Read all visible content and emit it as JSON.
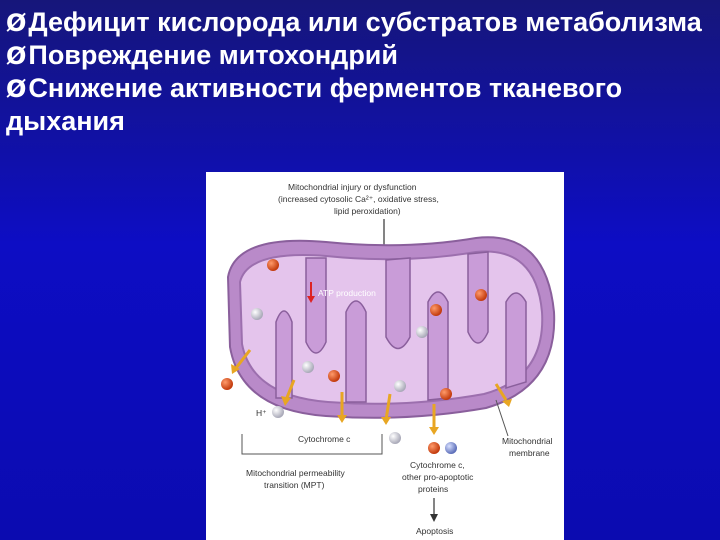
{
  "slide": {
    "bullet_glyph": "Ø",
    "bullets": [
      "Дефицит кислорода или субстратов метаболизма",
      "Повреждение митохондрий",
      "Снижение активности ферментов тканевого дыхания"
    ]
  },
  "figure": {
    "top_label": [
      "Mitochondrial injury or dysfunction",
      "(increased cytosolic Ca²⁺, oxidative stress,",
      "lipid peroxidation)"
    ],
    "atp_label": "ATP production",
    "h_plus": "H⁺",
    "cytochrome_label": "Cytochrome c",
    "mpt_label": [
      "Mitochondrial permeability",
      "transition (MPT)"
    ],
    "pro_apoptotic_label": [
      "Cytochrome c,",
      "other pro-apoptotic",
      "proteins"
    ],
    "membrane_label": [
      "Mitochondrial",
      "membrane"
    ],
    "apoptosis_label": "Apoptosis",
    "colors": {
      "membrane": "#c79ad6",
      "matrix": "#e4c4ec",
      "orange_ball": "#e0521e",
      "white_ball": "#e6e6ee",
      "arrow": "#e8a623"
    }
  }
}
